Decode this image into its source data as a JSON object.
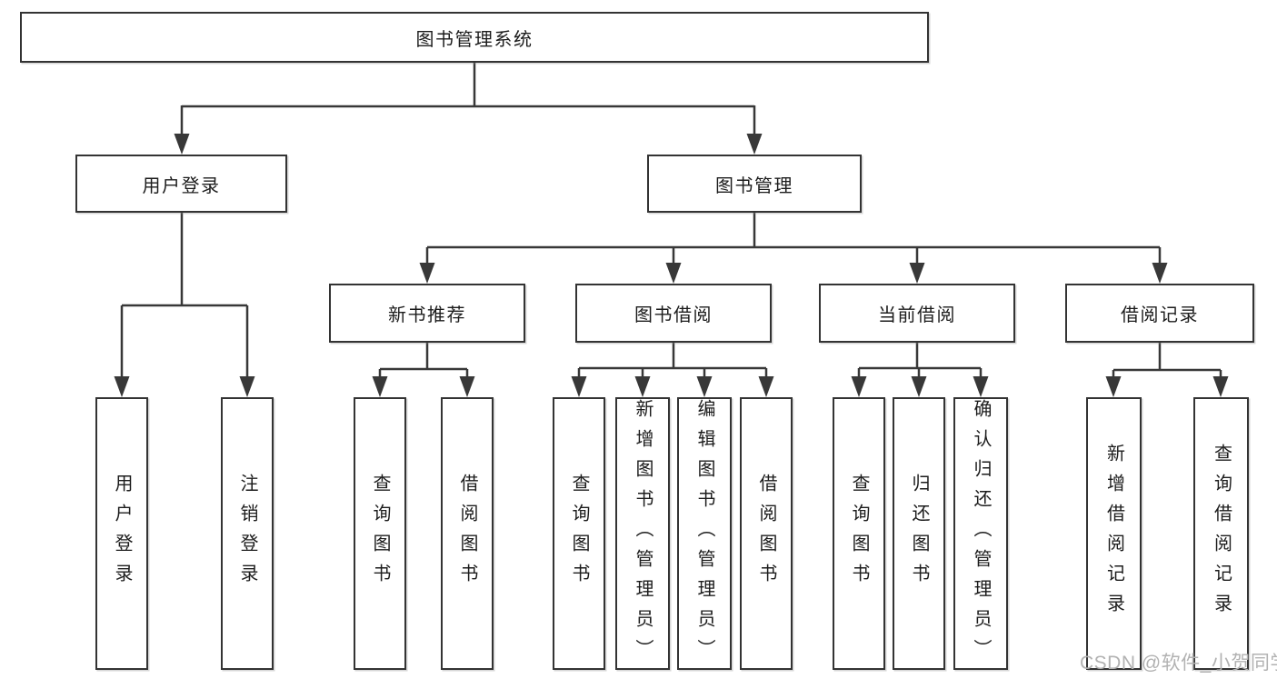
{
  "diagram": {
    "type": "hierarchy-tree",
    "tree": {
      "label": "图书管理系统",
      "children": [
        {
          "label": "用户登录",
          "children": [
            {
              "label": "用户登录"
            },
            {
              "label": "注销登录"
            }
          ]
        },
        {
          "label": "图书管理",
          "children": [
            {
              "label": "新书推荐",
              "children": [
                {
                  "label": "查询图书"
                },
                {
                  "label": "借阅图书"
                }
              ]
            },
            {
              "label": "图书借阅",
              "children": [
                {
                  "label": "查询图书"
                },
                {
                  "label": "新增图书（管理员）"
                },
                {
                  "label": "编辑图书（管理员）"
                },
                {
                  "label": "借阅图书"
                }
              ]
            },
            {
              "label": "当前借阅",
              "children": [
                {
                  "label": "查询图书"
                },
                {
                  "label": "归还图书"
                },
                {
                  "label": "确认归还（管理员）"
                }
              ]
            },
            {
              "label": "借阅记录",
              "children": [
                {
                  "label": "新增借阅记录"
                },
                {
                  "label": "查询借阅记录"
                }
              ]
            }
          ]
        }
      ]
    },
    "colors": {
      "line": "#383838",
      "box_border": "#333333",
      "text": "#1c1c1c",
      "watermark": "#b2b2b2",
      "background": "#ffffff"
    }
  },
  "watermark": {
    "text": "CSDN @软件_小贺同学"
  }
}
